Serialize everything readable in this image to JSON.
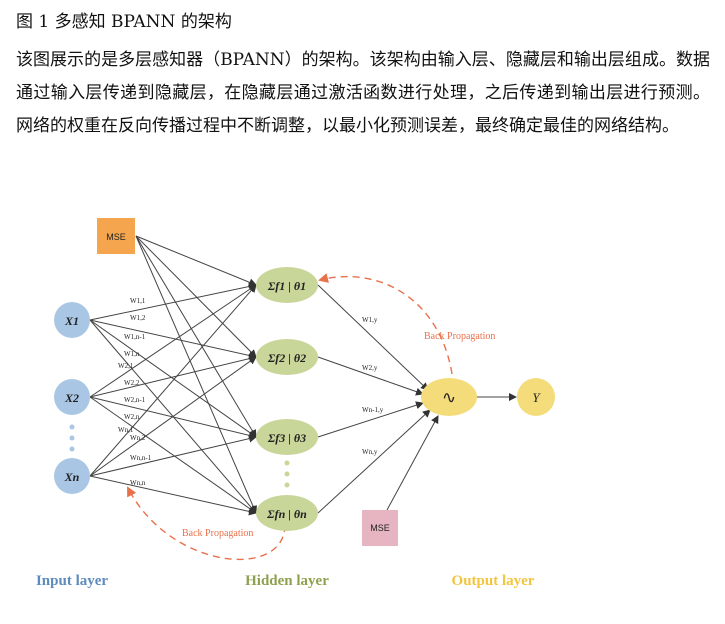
{
  "caption": "图 1 多感知 BPANN 的架构",
  "paragraph": "该图展示的是多层感知器（BPANN）的架构。该架构由输入层、隐藏层和输出层组成。数据通过输入层传递到隐藏层，在隐藏层通过激活函数进行处理，之后传递到输出层进行预测。网络的权重在反向传播过程中不断调整，以最小化预测误差，最终确定最佳的网络结构。",
  "diagram": {
    "inputs": [
      "X1",
      "X2",
      "Xn"
    ],
    "hidden": [
      "Σf1 | θ1",
      "Σf2 | θ2",
      "Σf3 | θ3",
      "Σfn | θn"
    ],
    "output_symbol": "∿",
    "output_label": "Y",
    "mse_label": "MSE",
    "backprop_label": "Back Propagation",
    "input_weights": [
      "W1,1",
      "W1,2",
      "W1,n-1",
      "W1,n",
      "W2,1",
      "W2,2",
      "W2,n-1",
      "W2,n",
      "Wn,1",
      "Wn,2",
      "Wn,n-1",
      "Wn,n"
    ],
    "hidden_weights": [
      "W1,y",
      "W2,y",
      "Wn-1,y",
      "Wn,y"
    ],
    "layers": [
      "Input layer",
      "Hidden layer",
      "Output layer"
    ],
    "colors": {
      "input": "#a9c6e4",
      "hidden": "#c9d69a",
      "output": "#f5dc7a",
      "mse_top": "#f4a54e",
      "mse_bottom": "#e7b5c1",
      "backprop": "#e8704a",
      "input_label": "#5e8bbd",
      "hidden_label": "#8ea14f",
      "output_label": "#f2c53d"
    }
  }
}
